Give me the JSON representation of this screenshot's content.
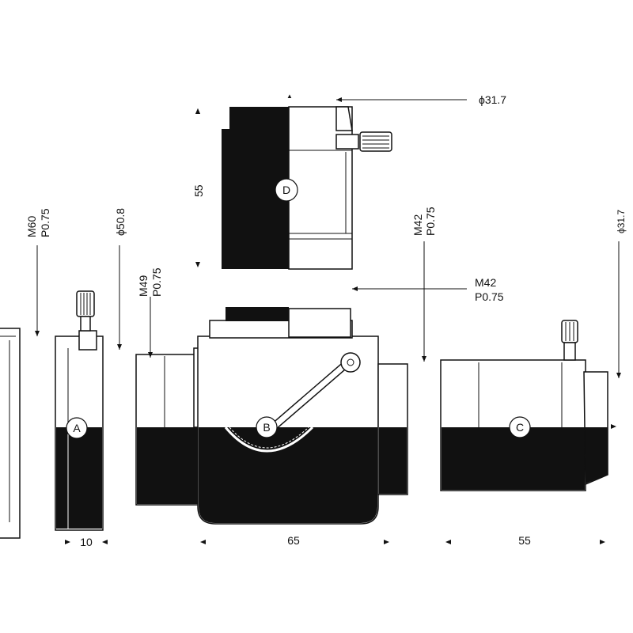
{
  "parts": {
    "A": {
      "label": "A"
    },
    "B": {
      "label": "B"
    },
    "C": {
      "label": "C"
    },
    "D": {
      "label": "D"
    }
  },
  "annotations": {
    "m60": {
      "line1": "M60",
      "line2": "P0.75"
    },
    "dia50": {
      "text": "ϕ50.8"
    },
    "m49": {
      "line1": "M49",
      "line2": "P0.75"
    },
    "dia31_top": {
      "text": "ϕ31.7"
    },
    "d_height": {
      "text": "55"
    },
    "m42_vert": {
      "line1": "M42",
      "line2": "P0.75"
    },
    "m42_horiz": {
      "line1": "M42",
      "line2": "P0.75"
    },
    "dia31_right": {
      "text": "ϕ31.7"
    }
  },
  "dimensions": {
    "a_width": "10",
    "b_width": "65",
    "c_width": "55"
  },
  "colors": {
    "ink": "#111111",
    "paper": "#ffffff"
  }
}
